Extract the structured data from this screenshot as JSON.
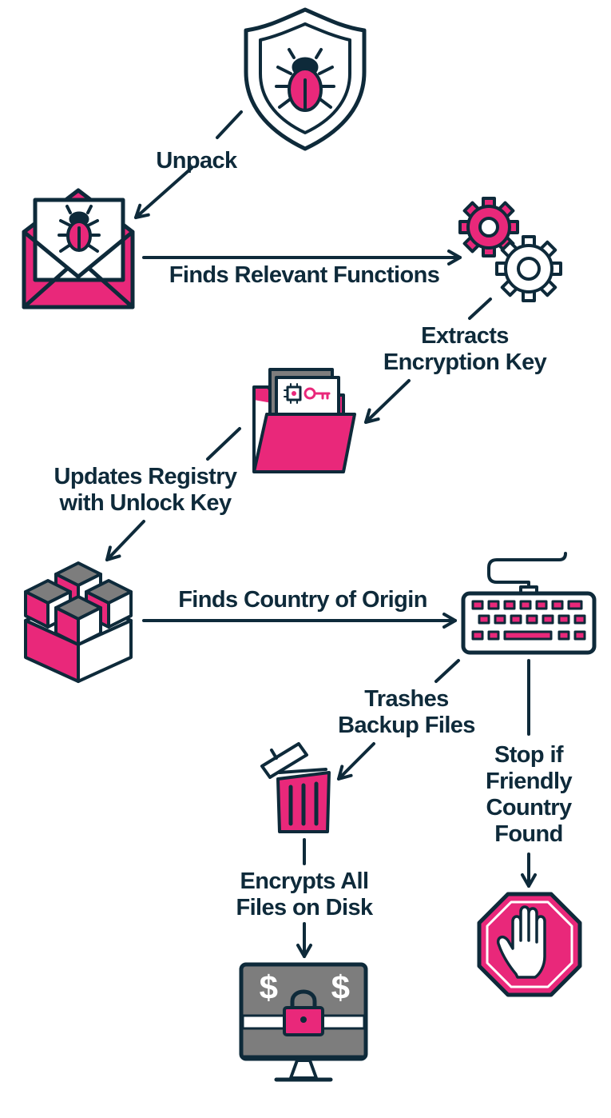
{
  "colors": {
    "ink": "#0e2a3a",
    "accent": "#e9287a",
    "gray": "#7d7d7d",
    "white": "#ffffff"
  },
  "icons": [
    "shield-bug-icon",
    "envelope-bug-icon",
    "gears-icon",
    "folder-key-icon",
    "blocks-icon",
    "keyboard-icon",
    "trash-icon",
    "stop-hand-icon",
    "monitor-lock-icon"
  ],
  "labels": {
    "unpack": "Unpack",
    "finds_functions": "Finds Relevant Functions",
    "extracts_1": "Extracts",
    "extracts_2": "Encryption Key",
    "updates_1": "Updates Registry",
    "updates_2": "with Unlock Key",
    "country": "Finds Country of Origin",
    "trashes_1": "Trashes",
    "trashes_2": "Backup Files",
    "stop_1": "Stop if",
    "stop_2": "Friendly",
    "stop_3": "Country",
    "stop_4": "Found",
    "encrypts_1": "Encrypts All",
    "encrypts_2": "Files on Disk",
    "dollar": "$"
  }
}
